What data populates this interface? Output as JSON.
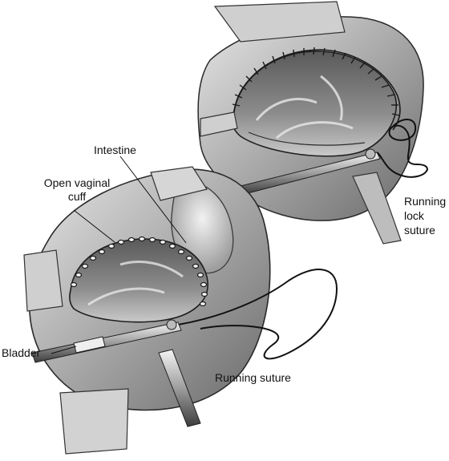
{
  "labels": {
    "intestine": "Intestine",
    "open_vaginal_cuff_line1": "Open vaginal",
    "open_vaginal_cuff_line2": "cuff",
    "bladder": "Bladder",
    "running_suture": "Running suture",
    "running_lock_line1": "Running",
    "running_lock_line2": "lock",
    "running_lock_line3": "suture"
  },
  "colors": {
    "ink": "#1a1a1a",
    "tissue_light": "#d9d9d9",
    "tissue_mid": "#9a9a9a",
    "tissue_dark": "#4a4a4a"
  }
}
